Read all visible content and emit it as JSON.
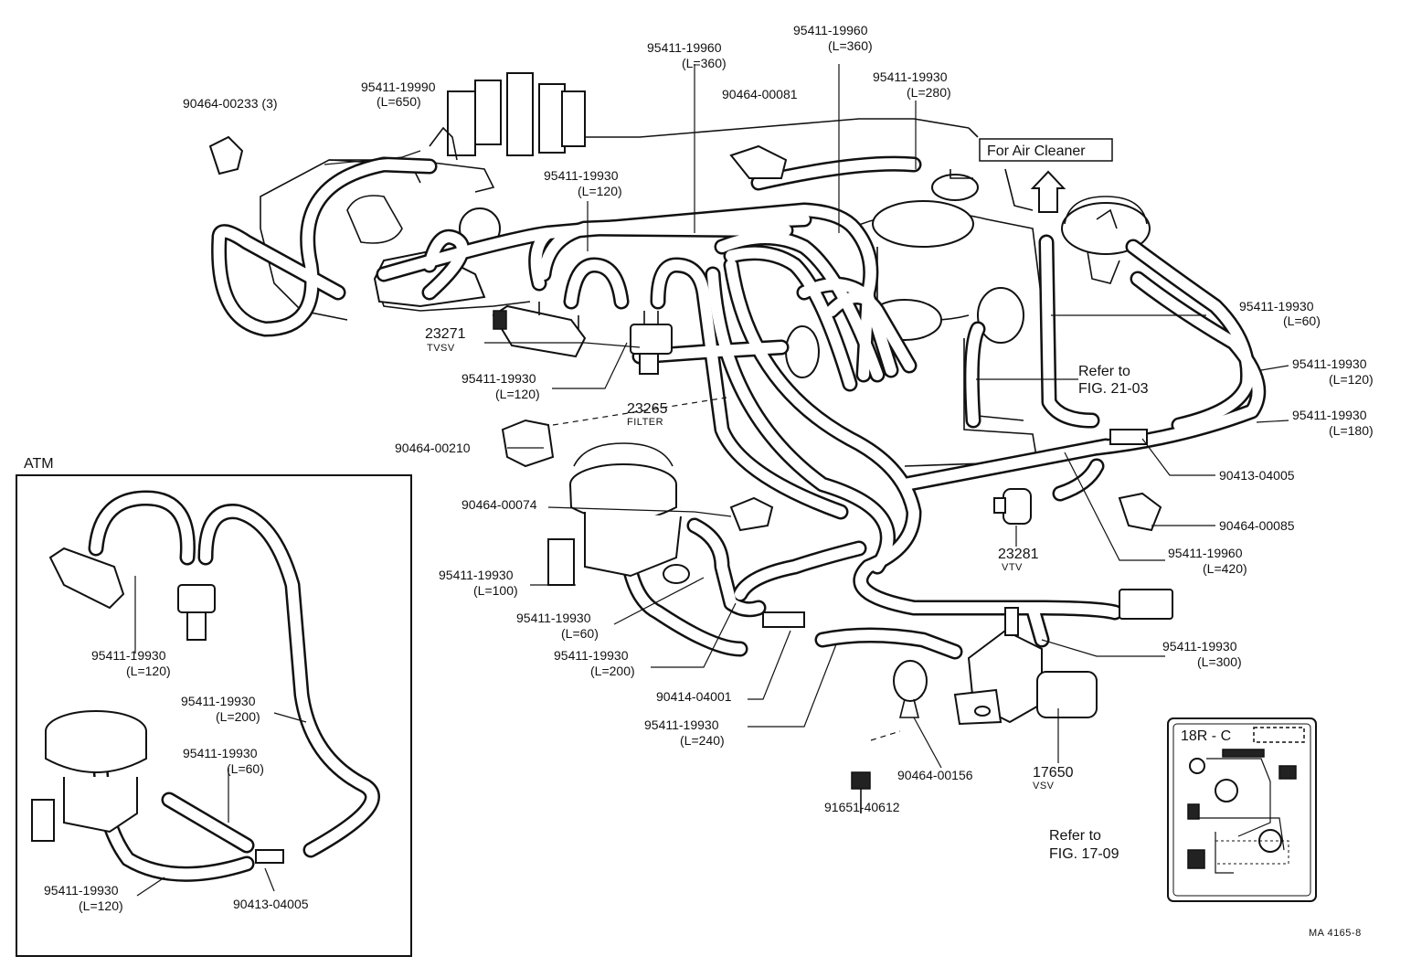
{
  "labels": {
    "c990": [
      "95411-19990",
      "(L=650)"
    ],
    "p233": [
      "90464-00233 (3)"
    ],
    "c960a": [
      "95411-19960",
      "(L=360)"
    ],
    "c960b": [
      "95411-19960",
      "(L=360)"
    ],
    "c930_280": [
      "95411-19930",
      "(L=280)"
    ],
    "p081": [
      "90464-00081"
    ],
    "c930_120a": [
      "95411-19930",
      "(L=120)"
    ],
    "tvsv": [
      "23271",
      "TVSV"
    ],
    "c930_120b": [
      "95411-19930",
      "(L=120)"
    ],
    "filter": [
      "23265",
      "FILTER"
    ],
    "p210": [
      "90464-00210"
    ],
    "c930_60a": [
      "95411-19930",
      "(L=60)"
    ],
    "refer21": [
      "Refer to",
      "FIG. 21-03"
    ],
    "c930_120c": [
      "95411-19930",
      "(L=120)"
    ],
    "c930_180": [
      "95411-19930",
      "(L=180)"
    ],
    "p413a": [
      "90413-04005"
    ],
    "p085": [
      "90464-00085"
    ],
    "c960_420": [
      "95411-19960",
      "(L=420)"
    ],
    "vtv": [
      "23281",
      "VTV"
    ],
    "p074": [
      "90464-00074"
    ],
    "c930_100": [
      "95411-19930",
      "(L=100)"
    ],
    "c930_60b": [
      "95411-19930",
      "(L=60)"
    ],
    "c930_200a": [
      "95411-19930",
      "(L=200)"
    ],
    "p414": [
      "90414-04001"
    ],
    "c930_240": [
      "95411-19930",
      "(L=240)"
    ],
    "c930_300": [
      "95411-19930",
      "(L=300)"
    ],
    "p156": [
      "90464-00156"
    ],
    "vsv": [
      "17650",
      "VSV"
    ],
    "b612": [
      "91651-40612"
    ],
    "refer17": [
      "Refer to",
      "FIG. 17-09"
    ],
    "a930_120": [
      "95411-19930",
      "(L=120)"
    ],
    "a930_200": [
      "95411-19930",
      "(L=200)"
    ],
    "a930_60": [
      "95411-19930",
      "(L=60)"
    ],
    "a930_120b": [
      "95411-19930",
      "(L=120)"
    ],
    "a413": [
      "90413-04005"
    ]
  },
  "air_cleaner": "For Air Cleaner",
  "atm_title": "ATM",
  "engine_code": "18R - C",
  "drawing_code": "MA 4165-8",
  "icons": [
    "vacuum-hose",
    "hose-clip",
    "vacuum-switching-valve",
    "filter",
    "vtv-valve",
    "bolt",
    "arrow-up-icon"
  ]
}
